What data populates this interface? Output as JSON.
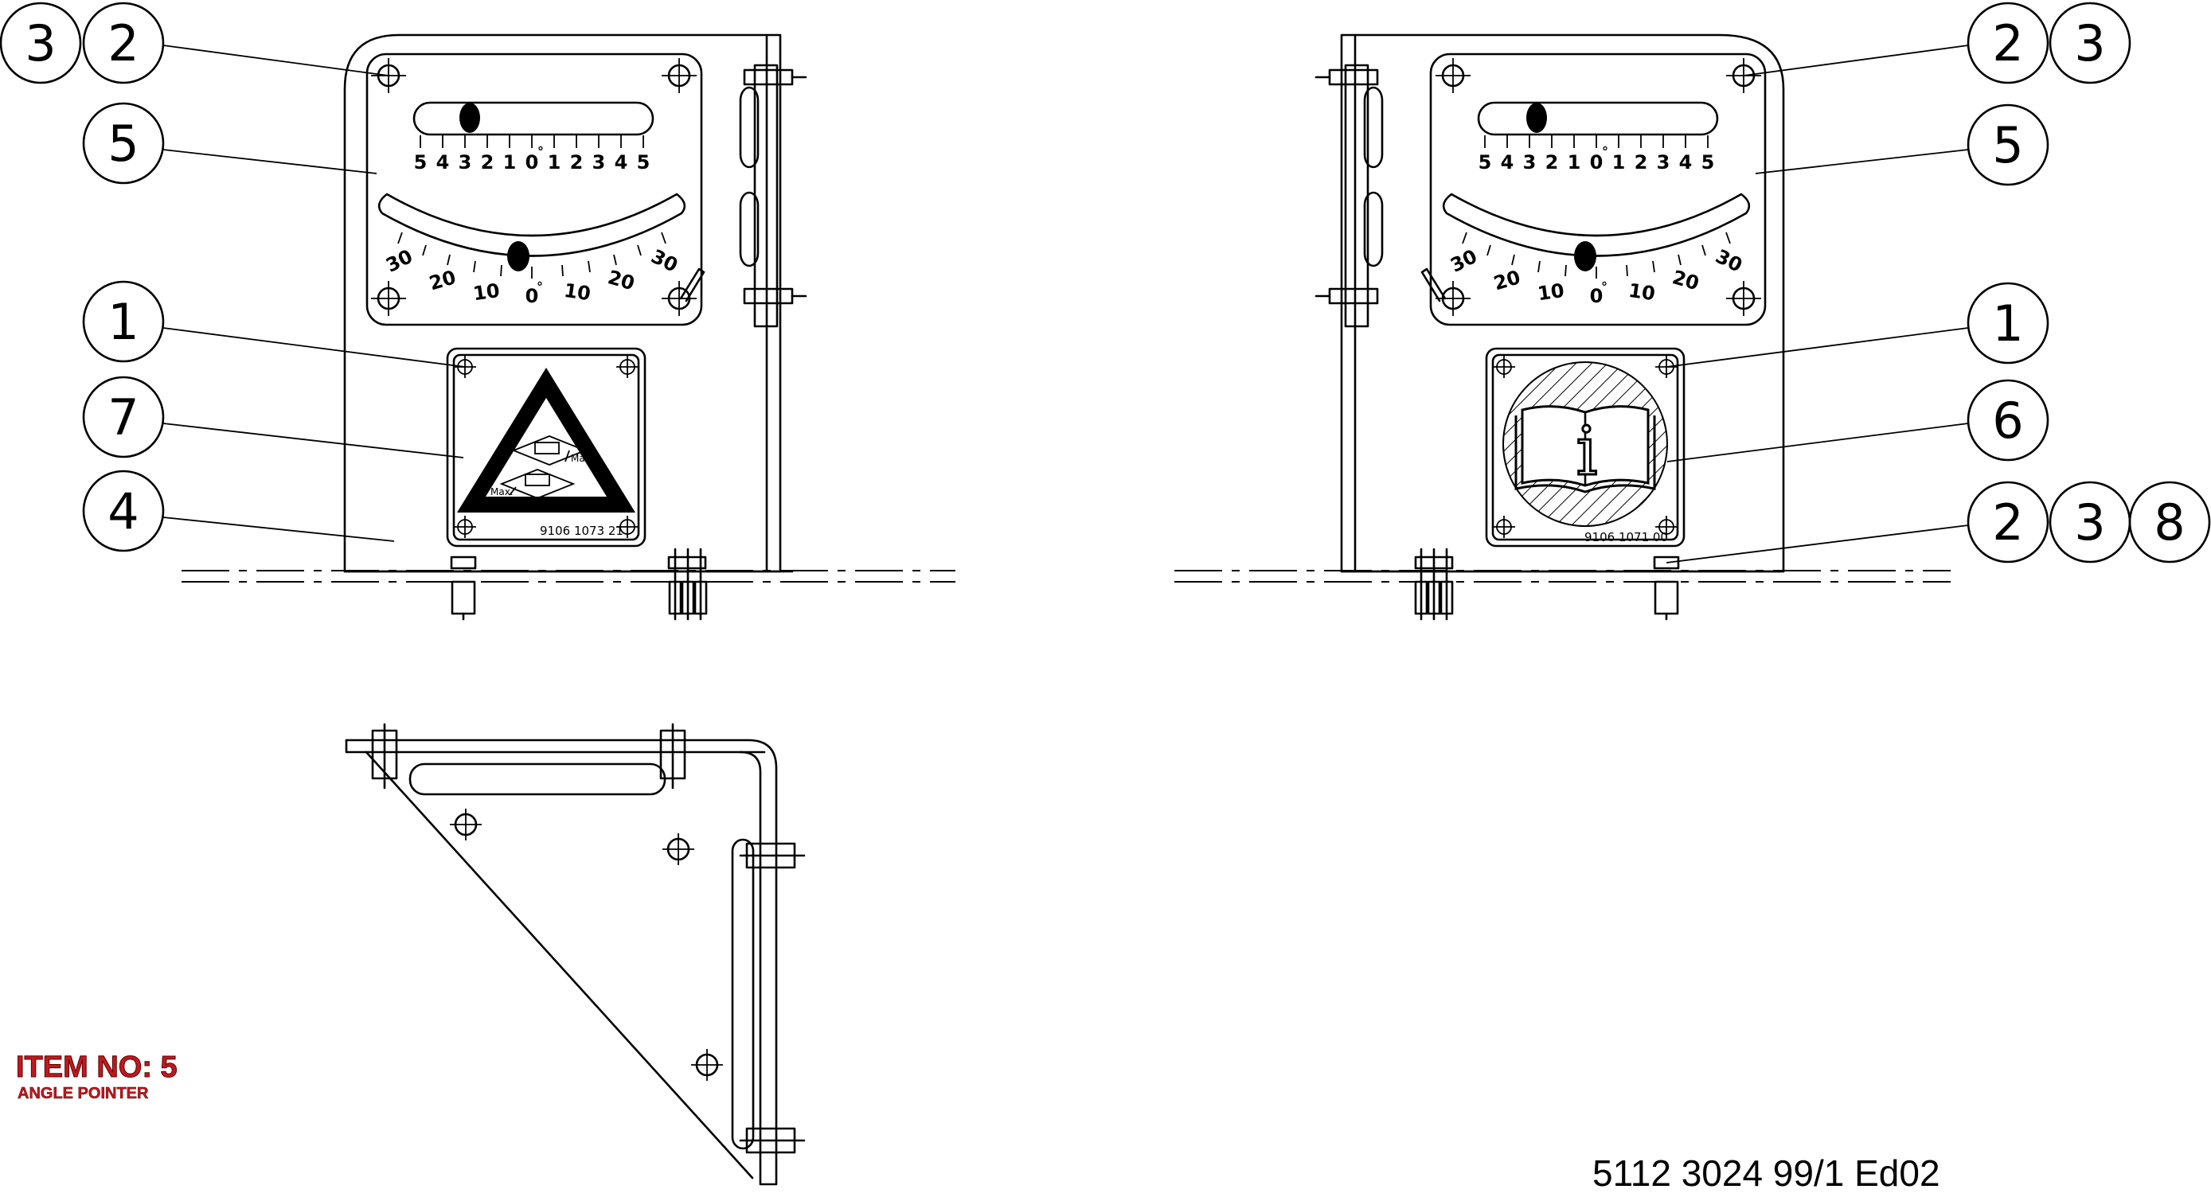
{
  "title_block": {
    "item_no": "ITEM NO: 5",
    "item_desc": "ANGLE POINTER",
    "doc_number": "5112 3024 99/1  Ed02",
    "accent_color": "#c0191f"
  },
  "left_view": {
    "callouts": [
      "3",
      "2",
      "5",
      "1",
      "7",
      "4"
    ],
    "linear_scale": [
      "5",
      "4",
      "3",
      "2",
      "1",
      "0",
      "1",
      "2",
      "3",
      "4",
      "5"
    ],
    "degree_symbol": "°",
    "arc_scale": [
      "30",
      "20",
      "10",
      "0",
      "10",
      "20",
      "30"
    ],
    "warning_label": {
      "max_top": "Max.",
      "max_bottom": "Max.",
      "part_no": "9106 1073 21"
    }
  },
  "right_view": {
    "callouts": [
      "2",
      "3",
      "5",
      "1",
      "6",
      "2",
      "3",
      "8"
    ],
    "linear_scale": [
      "5",
      "4",
      "3",
      "2",
      "1",
      "0",
      "1",
      "2",
      "3",
      "4",
      "5"
    ],
    "degree_symbol": "°",
    "arc_scale": [
      "30",
      "20",
      "10",
      "0",
      "10",
      "20",
      "30"
    ],
    "info_label": {
      "glyph": "i",
      "part_no": "9106 1071 00"
    }
  }
}
